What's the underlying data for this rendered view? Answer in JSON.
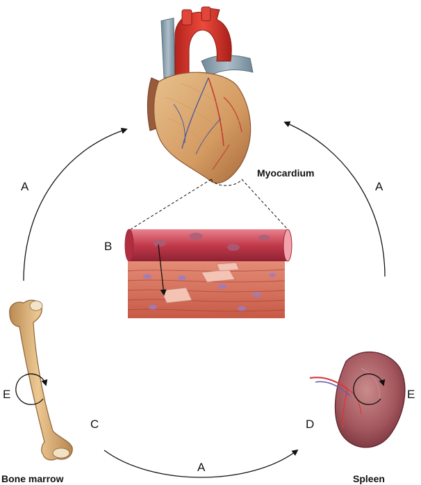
{
  "labels": {
    "a_left": "A",
    "a_right": "A",
    "a_bottom": "A",
    "b": "B",
    "c": "C",
    "d": "D",
    "e_left": "E",
    "e_right": "E",
    "myocardium": "Myocardium",
    "bone_marrow": "Bone marrow",
    "spleen": "Spleen"
  },
  "colors": {
    "arrow": "#111111",
    "heart_muscle": "#d9a66f",
    "aorta": "#d9332b",
    "vein": "#8fa6b4",
    "vessel": "#c63a4a",
    "myocyte": "#d9705e",
    "bone": "#d9ad6e",
    "spleen": "#a3565d"
  }
}
